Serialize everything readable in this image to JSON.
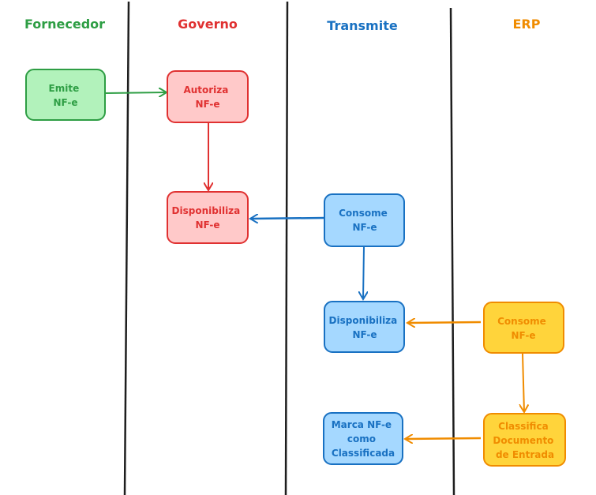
{
  "colors": {
    "green_stroke": "#2e9e44",
    "green_fill": "#b2f2bb",
    "red_stroke": "#e03131",
    "red_fill": "#ffc9c9",
    "blue_stroke": "#1971c2",
    "blue_fill": "#a5d8ff",
    "orange_stroke": "#f08c00",
    "orange_fill": "#ffd43b",
    "orange_text": "#f08c00",
    "divider": "#1e1e1e"
  },
  "lanes": {
    "fornecedor": {
      "title": "Fornecedor"
    },
    "governo": {
      "title": "Governo"
    },
    "transmite": {
      "title": "Transmite"
    },
    "erp": {
      "title": "ERP"
    }
  },
  "boxes": {
    "emite": {
      "lines": [
        "Emite",
        "NF-e"
      ]
    },
    "autoriza": {
      "lines": [
        "Autoriza",
        "NF-e"
      ]
    },
    "disp_gov": {
      "lines": [
        "Disponibiliza",
        "NF-e"
      ]
    },
    "consome_tr": {
      "lines": [
        "Consome",
        "NF-e"
      ]
    },
    "disp_tr": {
      "lines": [
        "Disponibiliza",
        "NF-e"
      ]
    },
    "marca": {
      "lines": [
        "Marca NF-e",
        "como",
        "Classificada"
      ]
    },
    "consome_erp": {
      "lines": [
        "Consome",
        "NF-e"
      ]
    },
    "classifica": {
      "lines": [
        "Classifica",
        "Documento",
        "de Entrada"
      ]
    }
  }
}
